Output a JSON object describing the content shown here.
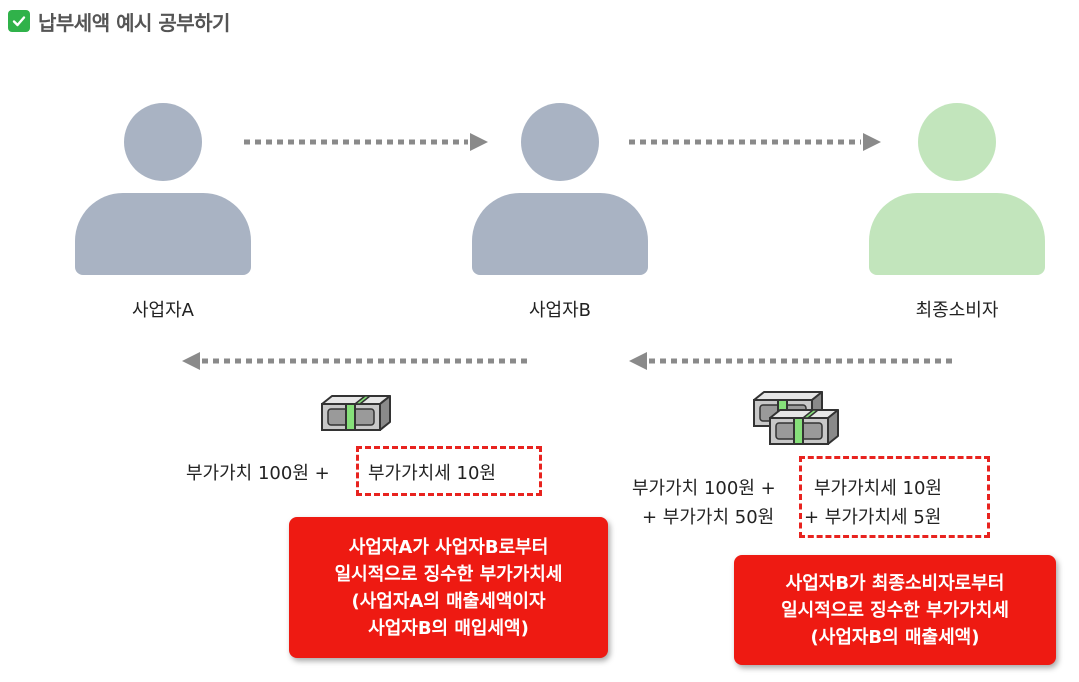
{
  "header": {
    "title": "납부세액 예시 공부하기"
  },
  "people": {
    "a": {
      "label": "사업자A"
    },
    "b": {
      "label": "사업자B"
    },
    "c": {
      "label": "최종소비자"
    }
  },
  "left_flow": {
    "part1": "부가가치 100원 +",
    "part2": "부가가치세 10원"
  },
  "right_flow": {
    "line1_part1": "부가가치 100원 +",
    "line1_part2": "부가가치세 10원",
    "line2_part1": "+ 부가가치 50원",
    "line2_part2": "+ 부가가치세 5원"
  },
  "note_left": {
    "lines": [
      "사업자A가 사업자B로부터",
      "일시적으로 징수한 부가가치세",
      "(사업자A의 매출세액이자",
      "사업자B의 매입세액)"
    ]
  },
  "note_right": {
    "lines": [
      "사업자B가 최종소비자로부터",
      "일시적으로 징수한 부가가치세",
      "(사업자B의 매출세액)"
    ]
  },
  "colors": {
    "person_gray": "#a9b3c3",
    "person_green": "#c2e5bc",
    "arrow": "#8a8a8a",
    "accent_red": "#ee1a12",
    "check_green": "#30b24a"
  },
  "icons": [
    "check-icon",
    "person-icon",
    "money-bundle-icon",
    "dotted-arrow-right-icon",
    "dotted-arrow-left-icon"
  ]
}
